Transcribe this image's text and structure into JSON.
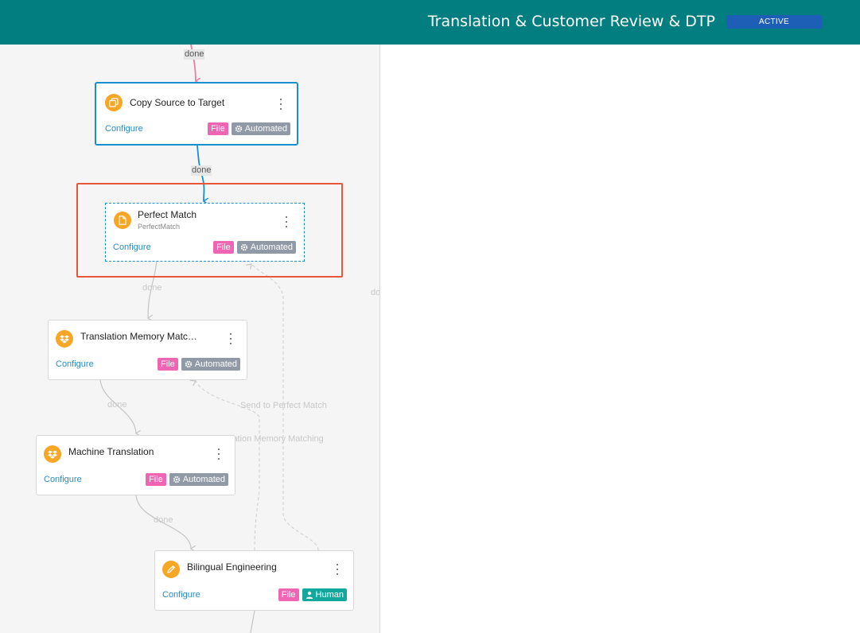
{
  "header": {
    "title": "Translation & Customer Review & DTP",
    "status": "ACTIVE"
  },
  "colors": {
    "header_bg": "#037e80",
    "status_badge": "#1d5fb6",
    "node_icon": "#f7a626",
    "file_tag": "#f064b4",
    "automated_tag": "#909aa6",
    "human_tag": "#13a89e",
    "selected_border": "#1a8fd0",
    "highlight_border": "#e8573b",
    "incoming_edge": "#e87fa3"
  },
  "edge_labels": {
    "top_done": "done",
    "copy_done": "done",
    "perfect_done": "done",
    "loop_done": "done",
    "tm_done": "done",
    "mt_done": "done",
    "send_to_perfect": "Send to Perfect Match",
    "send_to_tm": "lation Memory Matching"
  },
  "nodes": {
    "copy_source": {
      "title": "Copy Source to Target",
      "icon": "copy-icon",
      "configure": "Configure",
      "tag_file": "File",
      "tag_mode": "Automated"
    },
    "perfect_match": {
      "title": "Perfect Match",
      "subtitle": "PerfectMatch",
      "icon": "document-icon",
      "configure": "Configure",
      "tag_file": "File",
      "tag_mode": "Automated"
    },
    "tm_matching": {
      "title": "Translation Memory Matc…",
      "icon": "dropbox-icon",
      "configure": "Configure",
      "tag_file": "File",
      "tag_mode": "Automated"
    },
    "machine_translation": {
      "title": "Machine Translation",
      "icon": "dropbox-icon",
      "configure": "Configure",
      "tag_file": "File",
      "tag_mode": "Automated"
    },
    "bilingual_engineering": {
      "title": "Bilingual Engineering",
      "icon": "pencil-icon",
      "configure": "Configure",
      "tag_file": "File",
      "tag_mode": "Human"
    }
  }
}
